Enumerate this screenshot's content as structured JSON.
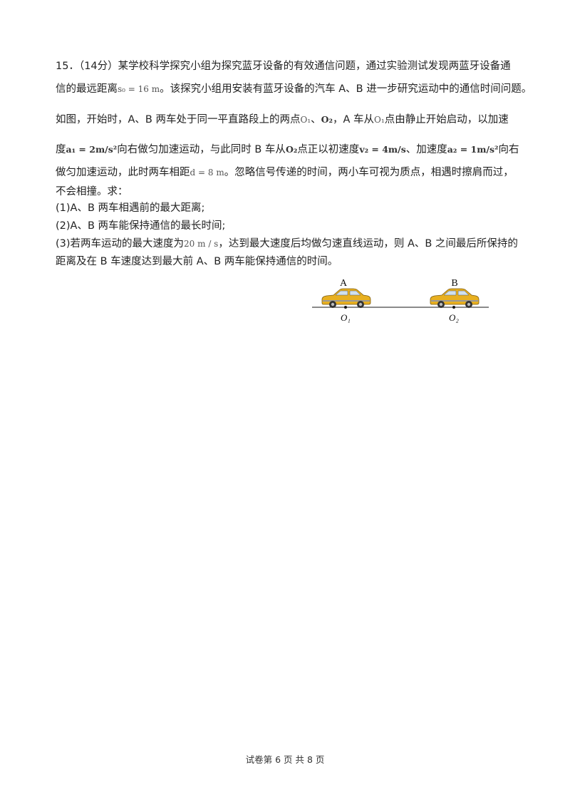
{
  "question": {
    "number_prefix": "15．（14分）",
    "lines": [
      {
        "text1": "某学校科学探究小组为探究蓝牙设备的有效通信问题，通过实验测试发现两蓝牙设备通"
      },
      {
        "text1": "信的最远距离",
        "math1": "s₀ = 16 m",
        "text2": "。该探究小组用安装有蓝牙设备的汽车 A、B 进一步研究运动中的通信时间问题。"
      },
      {
        "text1": "如图，开始时，A、B 两车处于同一平直路段上的两点",
        "math1": "O₁",
        "text2": "、",
        "math2": "O₂",
        "text3": "，A 车从",
        "math3": "O₁",
        "text4": "点由静止开始启动，以加速"
      },
      {
        "text1": "度",
        "math1": "a₁ = 2m/s²",
        "text2": "向右做匀加速运动，与此同时 B 车从",
        "math2": "O₂",
        "text3": "点正以初速度",
        "math3": "v₂ = 4m/s",
        "text4": "、加速度",
        "math4": "a₂ = 1m/s²",
        "text5": "向右"
      },
      {
        "text1": "做匀加速运动，此时两车相距",
        "math1": "d = 8 m",
        "text2": "。忽略信号传递的时间，两小车可视为质点，相遇时擦肩而过，"
      },
      {
        "text1": "不会相撞。求："
      },
      {
        "text1": "(1)A、B 两车相遇前的最大距离;"
      },
      {
        "text1": "(2)A、B 两车能保持通信的最长时间;"
      },
      {
        "text1": "(3)若两车运动的最大速度为",
        "math1": "20 m / s",
        "text2": "，达到最大速度后均做匀速直线运动，则 A、B 之间最后所保持的"
      },
      {
        "text1": "距离及在 B 车速度达到最大前 A、B 两车能保持通信的时间。"
      }
    ]
  },
  "figure": {
    "car_a_label": "A",
    "car_b_label": "B",
    "point_1_label": "O₁",
    "point_2_label": "O₂",
    "car_color": "#e8b020"
  },
  "footer": {
    "text": "试卷第 6 页 共 8 页"
  }
}
